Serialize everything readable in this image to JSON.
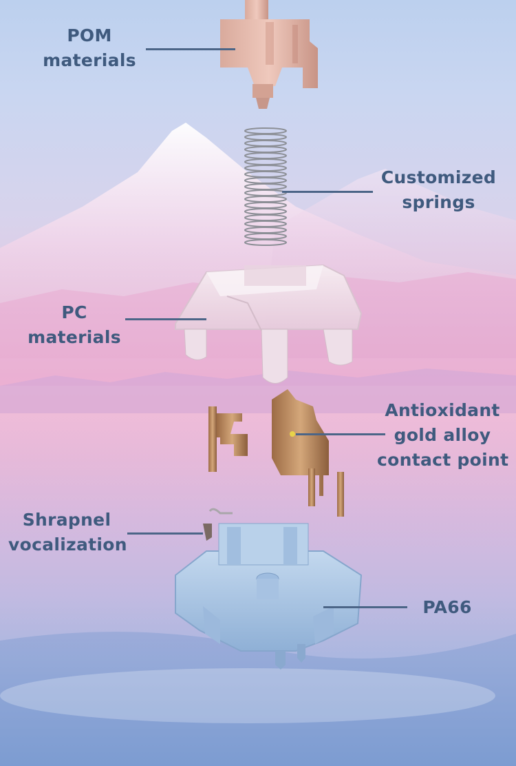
{
  "labels": {
    "pom": {
      "line1": "POM",
      "line2": "materials"
    },
    "springs": {
      "line1": "Customized",
      "line2": "springs"
    },
    "pc": {
      "line1": "PC",
      "line2": "materials"
    },
    "contact": {
      "line1": "Antioxidant",
      "line2": "gold alloy",
      "line3": "contact point"
    },
    "shrapnel": {
      "line1": "Shrapnel",
      "line2": "vocalization"
    },
    "pa66": {
      "line1": "PA66"
    }
  },
  "colors": {
    "stem": "#e3b9ab",
    "spring": "#8c8f96",
    "top_housing": "#efe3ea",
    "contacts": "#b8895e",
    "bottom_housing": "#a9c4e0",
    "label_text": "#3f5a7e"
  }
}
